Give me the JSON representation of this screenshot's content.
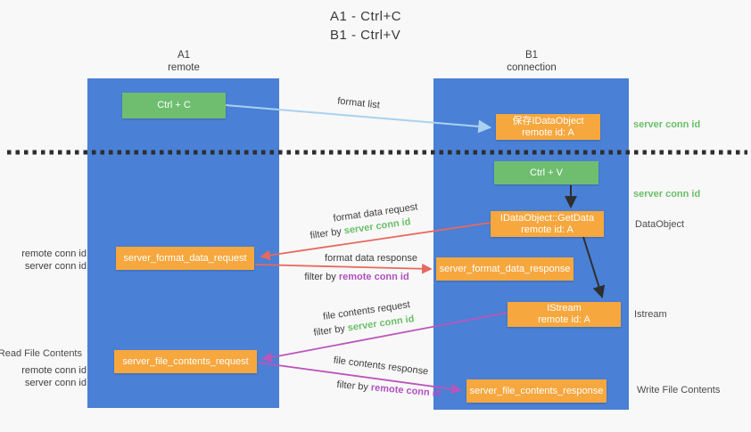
{
  "title": {
    "line1": "A1 - Ctrl+C",
    "line2": "B1 - Ctrl+V"
  },
  "lanes": {
    "a1": {
      "title": "A1",
      "subtitle": "remote"
    },
    "b1": {
      "title": "B1",
      "subtitle": "connection"
    }
  },
  "boxes": {
    "ctrl_c": "Ctrl + C",
    "save_idataobject_line1": "保存IDataObject",
    "save_idataobject_line2": "remote id: A",
    "ctrl_v": "Ctrl + V",
    "getdata_line1": "IDataObject::GetData",
    "getdata_line2": "remote id: A",
    "format_request": "server_format_data_request",
    "format_response": "server_format_data_response",
    "istream_line1": "IStream",
    "istream_line2": "remote id: A",
    "file_request": "server_file_contents_request",
    "file_response": "server_file_contents_response"
  },
  "flow_labels": {
    "format_list": "format list",
    "format_data_request": "format data request",
    "filter_by_server_1_prefix": "filter by",
    "filter_by_server_1_key": "server conn id",
    "format_data_response": "format data response",
    "filter_by_remote_1_prefix": "filter by",
    "filter_by_remote_1_key": "remote conn id",
    "file_contents_request": "file contents request",
    "filter_by_server_2_prefix": "filter by",
    "filter_by_server_2_key": "server conn id",
    "file_contents_response": "file contents response",
    "filter_by_remote_2_prefix": "filter by",
    "filter_by_remote_2_key": "remote conn id"
  },
  "left_labels": {
    "remote_conn_id_1": "remote conn id",
    "server_conn_id_1": "server conn id",
    "read_file_contents": "Read File Contents",
    "remote_conn_id_2": "remote conn id",
    "server_conn_id_2": "server conn id"
  },
  "right_labels": {
    "server_conn_id_1": "server conn id",
    "server_conn_id_2": "server conn id",
    "dataobject": "DataObject",
    "istream": "Istream",
    "write_file_contents": "Write File Contents"
  },
  "colors": {
    "lane_blue": "#4a80d5",
    "box_green": "#6fbe70",
    "box_orange": "#f6a73e",
    "arrow_light_blue": "#a9d2f0",
    "arrow_red": "#e8695e",
    "arrow_magenta": "#bb55bb",
    "arrow_black": "#2e2e2e",
    "text_green": "#6abf69",
    "text_purple": "#b14fc0",
    "text_dark": "#3f3f3f",
    "background": "#f8f8f8"
  }
}
